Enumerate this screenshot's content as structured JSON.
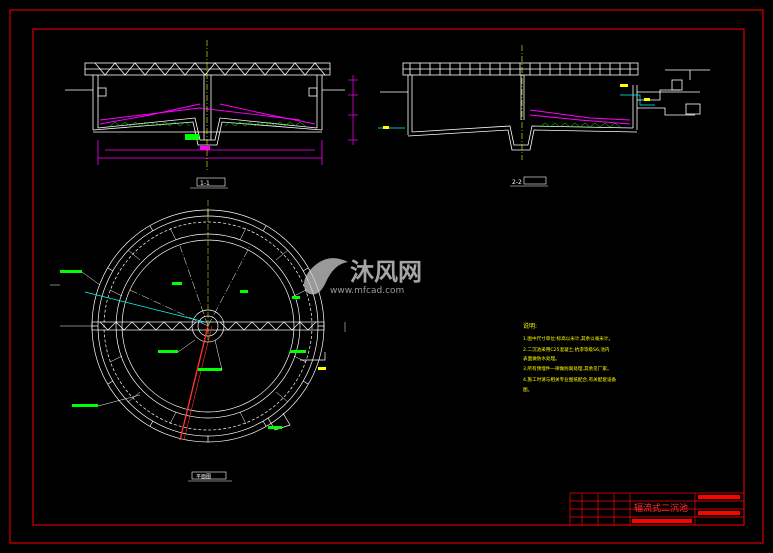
{
  "drawing": {
    "title_block_text": "辐流式二沉池",
    "section_label_1": "1-1",
    "section_label_2": "2-2",
    "plan_label": "平面图"
  },
  "notes": {
    "heading": "说明:",
    "lines": [
      "1.图中尺寸单位:标高以米计,其余以毫米计。",
      "2.二沉池采用C25混凝土,抗渗等级S6,池内",
      "  表面做防水处理。",
      "3.所有预埋件一律做防腐处理,其余见厂家。",
      "4.施工时请与相关专业图纸配合,有关配套设备"
    ],
    "last_line": "  图。"
  },
  "watermark": {
    "brand": "沐风网",
    "url": "www.mfcad.com"
  },
  "colors": {
    "background": "#000000",
    "frame": "#ff0000",
    "line": "#ffffff",
    "accent_magenta": "#ff00ff",
    "accent_yellow": "#ffff00",
    "accent_green": "#00ff00",
    "accent_cyan": "#00ffff",
    "accent_red": "#ff3030"
  }
}
